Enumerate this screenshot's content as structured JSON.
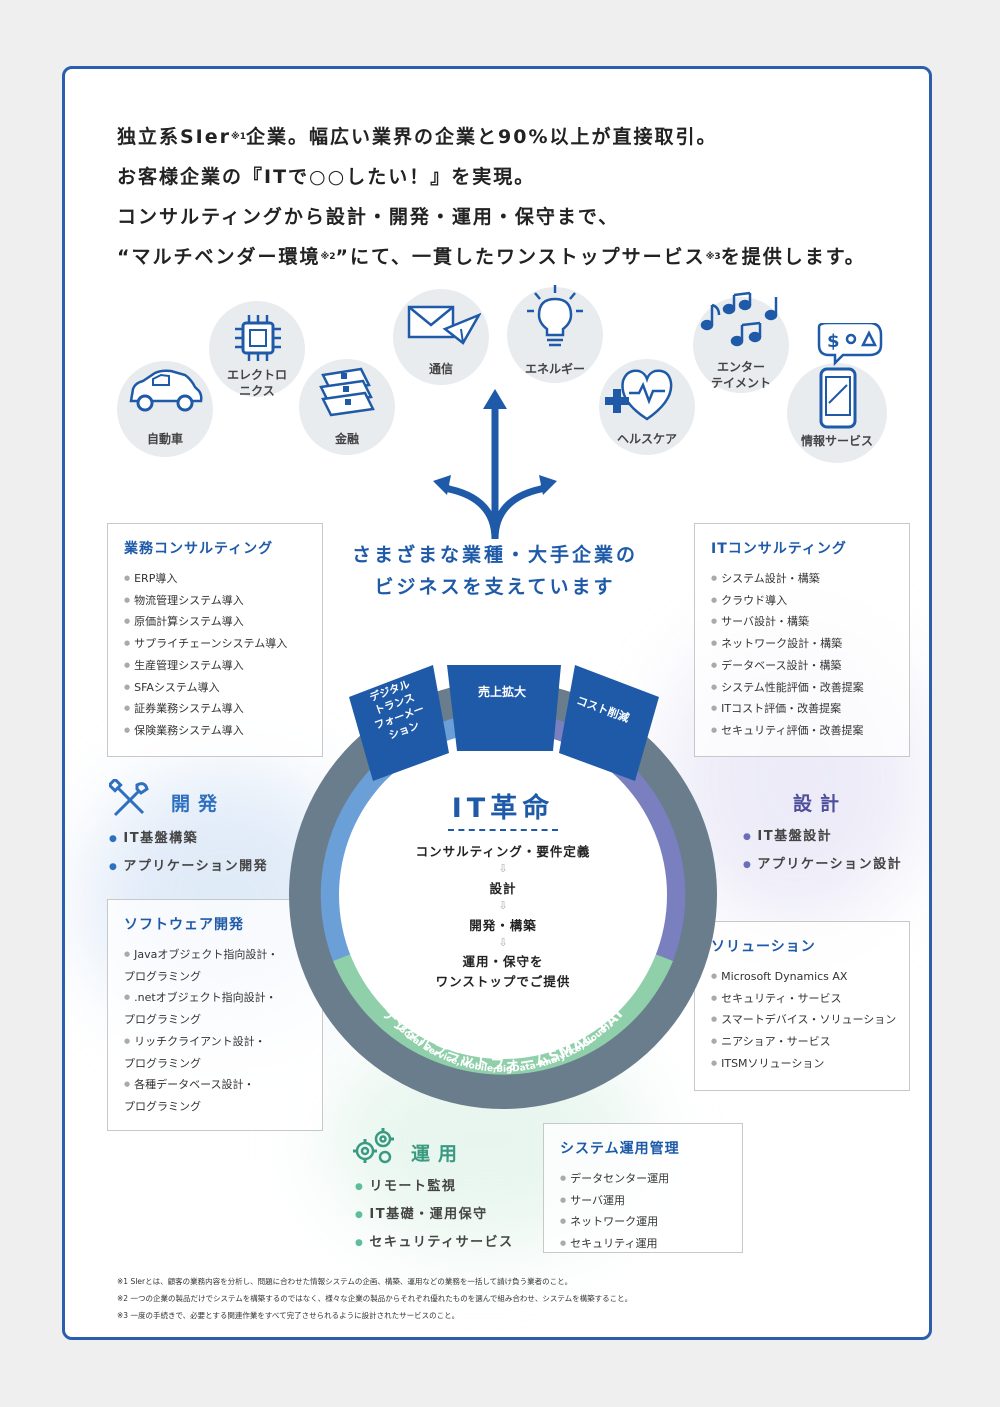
{
  "headline": {
    "line1_a": "独立系SIer",
    "line1_sup": "※1",
    "line1_b": "企業。幅広い業界の企業と90%以上が直接取引。",
    "line2": "お客様企業の『ITで○○したい！』を実現。",
    "line3": "コンサルティングから設計・開発・運用・保守まで、",
    "line4_a": "“マルチベンダー環境",
    "line4_sup1": "※2",
    "line4_b": "”にて、一貫したワンストップサービス",
    "line4_sup2": "※3",
    "line4_c": "を提供します。"
  },
  "industries": [
    {
      "label": "自動車",
      "icon": "car-icon"
    },
    {
      "label": "エレクトロ\nニクス",
      "icon": "chip-icon"
    },
    {
      "label": "金融",
      "icon": "money-icon"
    },
    {
      "label": "通信",
      "icon": "mail-icon"
    },
    {
      "label": "エネルギー",
      "icon": "lightbulb-icon"
    },
    {
      "label": "ヘルスケア",
      "icon": "heart-icon"
    },
    {
      "label": "エンター\nテイメント",
      "icon": "music-icon"
    },
    {
      "label": "情報サービス",
      "icon": "smartphone-icon"
    }
  ],
  "support_line1": "さまざまな業種・大手企業の",
  "support_line2": "ビジネスを支えています",
  "tabs": [
    "デジタル\nトランス\nフォーメー\nション",
    "売上拡大",
    "コスト削減"
  ],
  "boxes": {
    "business_consulting": {
      "title": "業務コンサルティング",
      "items": [
        "ERP導入",
        "物流管理システム導入",
        "原価計算システム導入",
        "サプライチェーンシステム導入",
        "生産管理システム導入",
        "SFAシステム導入",
        "証券業務システム導入",
        "保険業務システム導入"
      ]
    },
    "it_consulting": {
      "title": "ITコンサルティング",
      "items": [
        "システム設計・構築",
        "クラウド導入",
        "サーバ設計・構築",
        "ネットワーク設計・構築",
        "データベース設計・構築",
        "システム性能評価・改善提案",
        "ITコスト評価・改善提案",
        "セキュリティ評価・改善提案"
      ]
    },
    "software_dev": {
      "title": "ソフトウェア開発",
      "items": [
        "Javaオブジェクト指向設計・",
        "プログラミング",
        ".netオブジェクト指向設計・",
        "プログラミング",
        "リッチクライアント設計・",
        "プログラミング",
        "各種データベース設計・",
        "プログラミング"
      ]
    },
    "solution": {
      "title": "ソリューション",
      "items": [
        "Microsoft Dynamics AX",
        "セキュリティ・サービス",
        "スマートデバイス・ソリューション",
        "ニアショア・サービス",
        "ITSMソリューション"
      ]
    },
    "system_ops": {
      "title": "システム運用管理",
      "items": [
        "データセンター運用",
        "サーバ運用",
        "ネットワーク運用",
        "セキュリティ運用"
      ]
    }
  },
  "sections": {
    "dev": {
      "title": "開発",
      "items": [
        "IT基盤構築",
        "アプリケーション開発"
      ],
      "color": "#2e6fc0"
    },
    "design": {
      "title": "設計",
      "items": [
        "IT基盤設計",
        "アプリケーション設計"
      ],
      "color": "#4e4e9a"
    },
    "ops": {
      "title": "運用",
      "items": [
        "リモート監視",
        "IT基礎・運用保守",
        "セキュリティサービス"
      ],
      "color": "#3a9a80"
    }
  },
  "center": {
    "title": "IT革命",
    "steps": [
      "コンサルティング・要件定義",
      "設計",
      "開発・構築",
      "運用・保守を\nワンストップでご提供"
    ]
  },
  "ring_line1": "デジタルプラットフォームSMAC +AI",
  "ring_line2": "(Socal Service,Mobile,BigData Analytics,Cloud)",
  "footnotes": [
    "※1 SIerとは、顧客の業務内容を分析し、問題に合わせた情報システムの企画、構築、運用などの業務を一括して請け負う業者のこと。",
    "※2 一つの企業の製品だけでシステムを構築するのではなく、様々な企業の製品からそれぞれ優れたものを選んで組み合わせ、システムを構築すること。",
    "※3 一度の手続きで、必要とする関連作業をすべて完了させられるように設計されたサービスのこと。"
  ],
  "colors": {
    "accent": "#1e5aa8",
    "ring_dark": "#6a7d8c",
    "arc_blue": "#6a9fd8",
    "arc_purple": "#7a7fc0",
    "arc_green": "#8fcfaa"
  }
}
